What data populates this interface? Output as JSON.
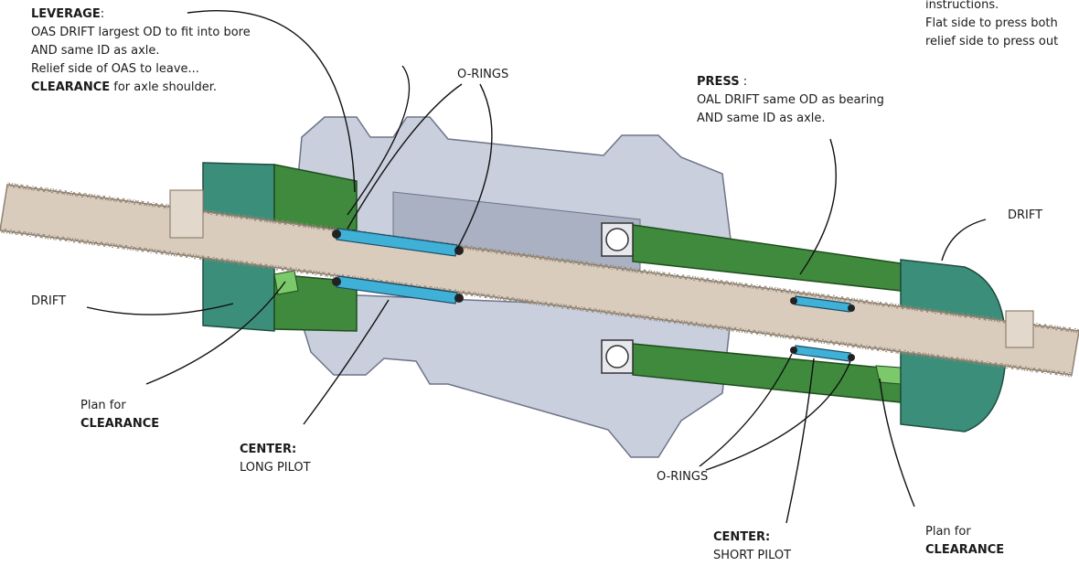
{
  "labels": {
    "leverage": {
      "title": "LEVERAGE",
      "colon": ":",
      "line1": "OAS DRIFT largest OD to fit into bore",
      "line2": "AND same ID as axle.",
      "line3": "Relief side of OAS to leave...",
      "line4_bold": "CLEARANCE",
      "line4_rest": " for axle shoulder."
    },
    "o_rings_top": "O-RINGS",
    "press": {
      "title": "PRESS",
      "colon": " :",
      "line1": "OAL DRIFT same OD as bearing",
      "line2": "AND same ID as axle."
    },
    "top_right": {
      "line1": "instructions.",
      "line2": "Flat side to press both",
      "line3": "relief side to press out"
    },
    "drift_right": "DRIFT",
    "drift_left": "DRIFT",
    "plan_left": {
      "line1": "Plan for",
      "line2": "CLEARANCE"
    },
    "center_long": {
      "title": "CENTER:",
      "sub": "LONG PILOT"
    },
    "o_rings_bottom": "O-RINGS",
    "center_short": {
      "title": "CENTER:",
      "sub": "SHORT PILOT"
    },
    "plan_right": {
      "line1": "Plan for",
      "line2": "CLEARANCE"
    }
  },
  "colors": {
    "thread_rod": "#d9ccbc",
    "drift_teal": "#3b8f7a",
    "drift_green": "#3f8a3c",
    "light_green": "#7bc96a",
    "hub_gray": "#c9cfdd",
    "pilot_blue": "#3fb0d6",
    "leader": "#111111"
  }
}
